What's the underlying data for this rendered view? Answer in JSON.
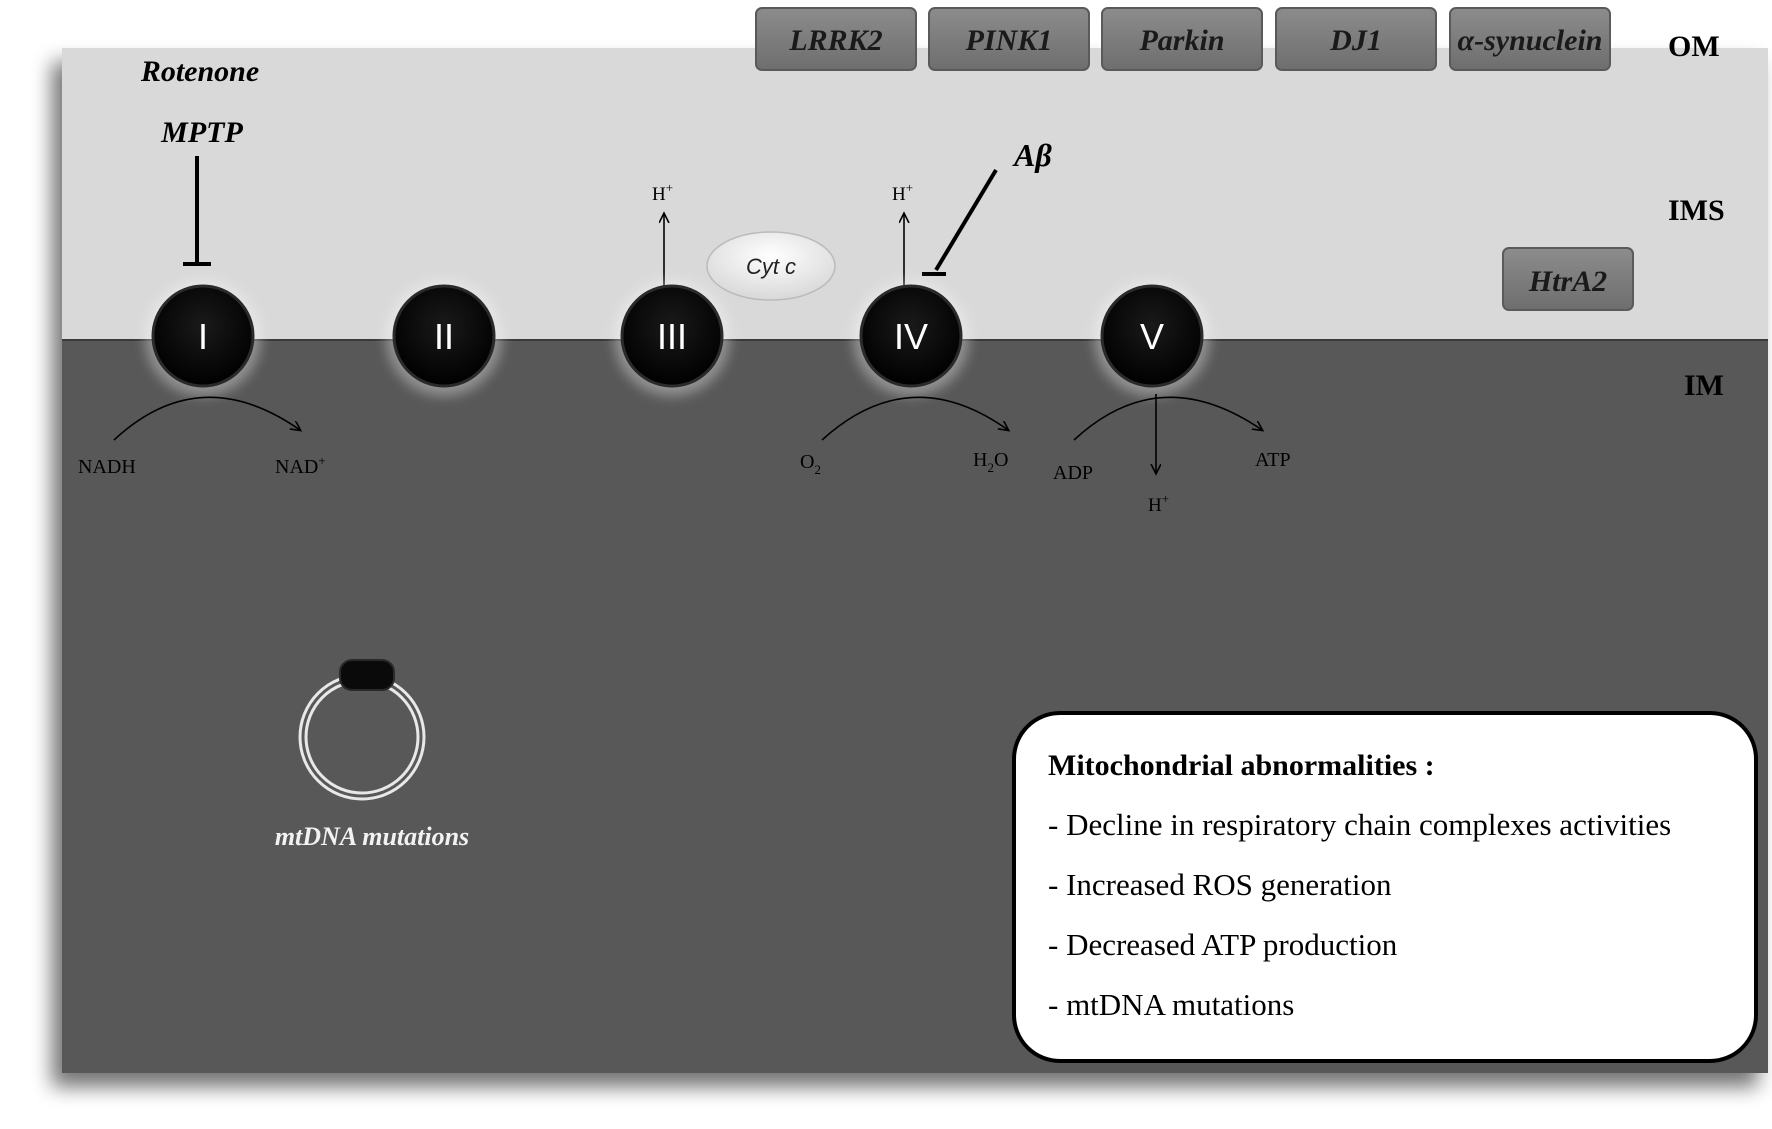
{
  "regions": {
    "outer_membrane": "OM",
    "intermembrane_space": "IMS",
    "inner_membrane": "IM"
  },
  "om_proteins": [
    "LRRK2",
    "PINK1",
    "Parkin",
    "DJ1",
    "α-synuclein"
  ],
  "ims_protein": "HtrA2",
  "inhibitors": {
    "rotenone": "Rotenone",
    "mptp": "MPTP",
    "abeta": "Aβ"
  },
  "complexes": [
    "I",
    "II",
    "III",
    "IV",
    "V"
  ],
  "cyt_c": "Cyt c",
  "proton": "H",
  "proton_sup": "+",
  "reactions": {
    "complex_I": {
      "from": "NADH",
      "to_base": "NAD",
      "to_sup": "+"
    },
    "complex_IV": {
      "from_base": "O",
      "from_sub": "2",
      "to_base_1": "H",
      "to_sub": "2",
      "to_base_2": "O"
    },
    "complex_V": {
      "from": "ADP",
      "to": "ATP"
    }
  },
  "mtdna_label": "mtDNA mutations",
  "abnormalities": {
    "title": "Mitochondrial abnormalities :",
    "items": [
      "- Decline in respiratory chain complexes activities",
      "- Increased ROS generation",
      "- Decreased ATP production",
      "- mtDNA mutations"
    ]
  },
  "colors": {
    "ims_fill": "#d9d9d9",
    "matrix_fill": "#595959",
    "protein_box": "#808080",
    "complex_fill": "#111111"
  }
}
